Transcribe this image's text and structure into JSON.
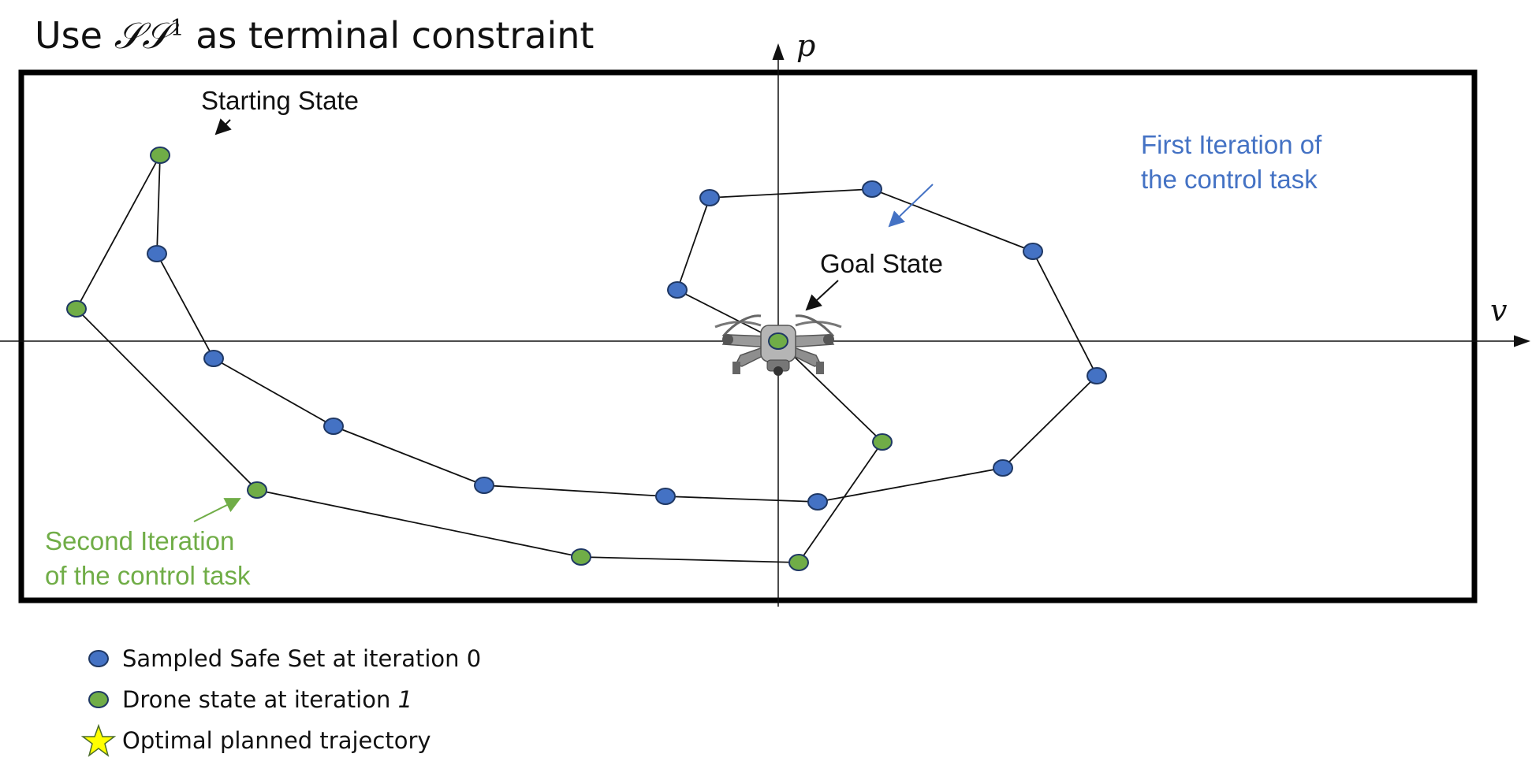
{
  "title": {
    "prefix": "Use",
    "symbol": "𝒮𝒮",
    "superscript": "1",
    "suffix": "as terminal constraint"
  },
  "axes": {
    "x_label": "v",
    "y_label": "p"
  },
  "annotations": {
    "start": "Starting State",
    "goal": "Goal State",
    "first_iteration_line1": "First Iteration of",
    "first_iteration_line2": "the control task",
    "second_iteration_line1": "Second Iteration",
    "second_iteration_line2": "of the control task"
  },
  "legend": {
    "item0": "Sampled Safe Set at iteration 0",
    "item1_prefix": "Drone state at iteration",
    "item1_iter": "1",
    "item2": "Optimal planned trajectory"
  },
  "colors": {
    "safe_set": "#4472C4",
    "drone_state": "#70AD47",
    "star": "#FFFF00",
    "first_label": "#4472C4",
    "second_label": "#70AD47",
    "frame": "#000000"
  },
  "icons": {
    "goal": "drone-icon",
    "legend_star": "star-icon"
  }
}
